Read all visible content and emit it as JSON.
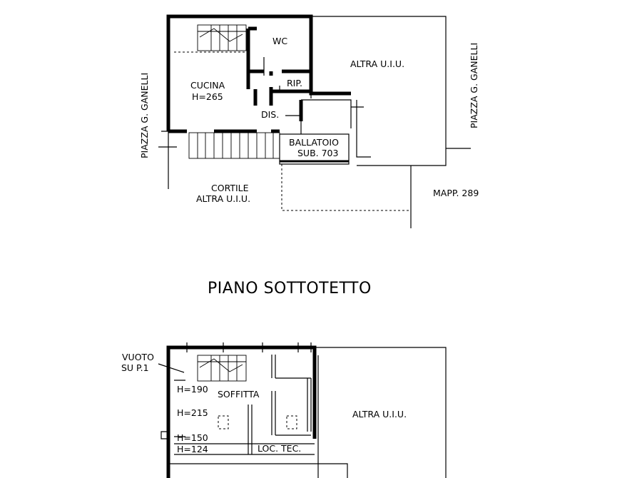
{
  "upper_plan": {
    "rooms": {
      "wc": "WC",
      "cucina": "CUCINA",
      "cucina_height": "H=265",
      "rip": "RIP.",
      "dis": "DIS.",
      "ballatoio": "BALLATOIO",
      "ballatoio_sub": "SUB. 703",
      "altra_uiu": "ALTRA U.I.U.",
      "cortile": "CORTILE",
      "cortile_sub": "ALTRA U.I.U."
    },
    "street_left": "PIAZZA G. GANELLI",
    "street_right": "PIAZZA G. GANELLI",
    "mapp": "MAPP. 289"
  },
  "section_title": "PIANO SOTTOTETTO",
  "lower_plan": {
    "vuoto_line1": "VUOTO",
    "vuoto_line2": "SU P.1",
    "soffitta": "SOFFITTA",
    "heights": [
      "H=190",
      "H=215",
      "H=150",
      "H=124"
    ],
    "loc_tec": "LOC. TEC.",
    "altra_uiu": "ALTRA U.I.U."
  }
}
